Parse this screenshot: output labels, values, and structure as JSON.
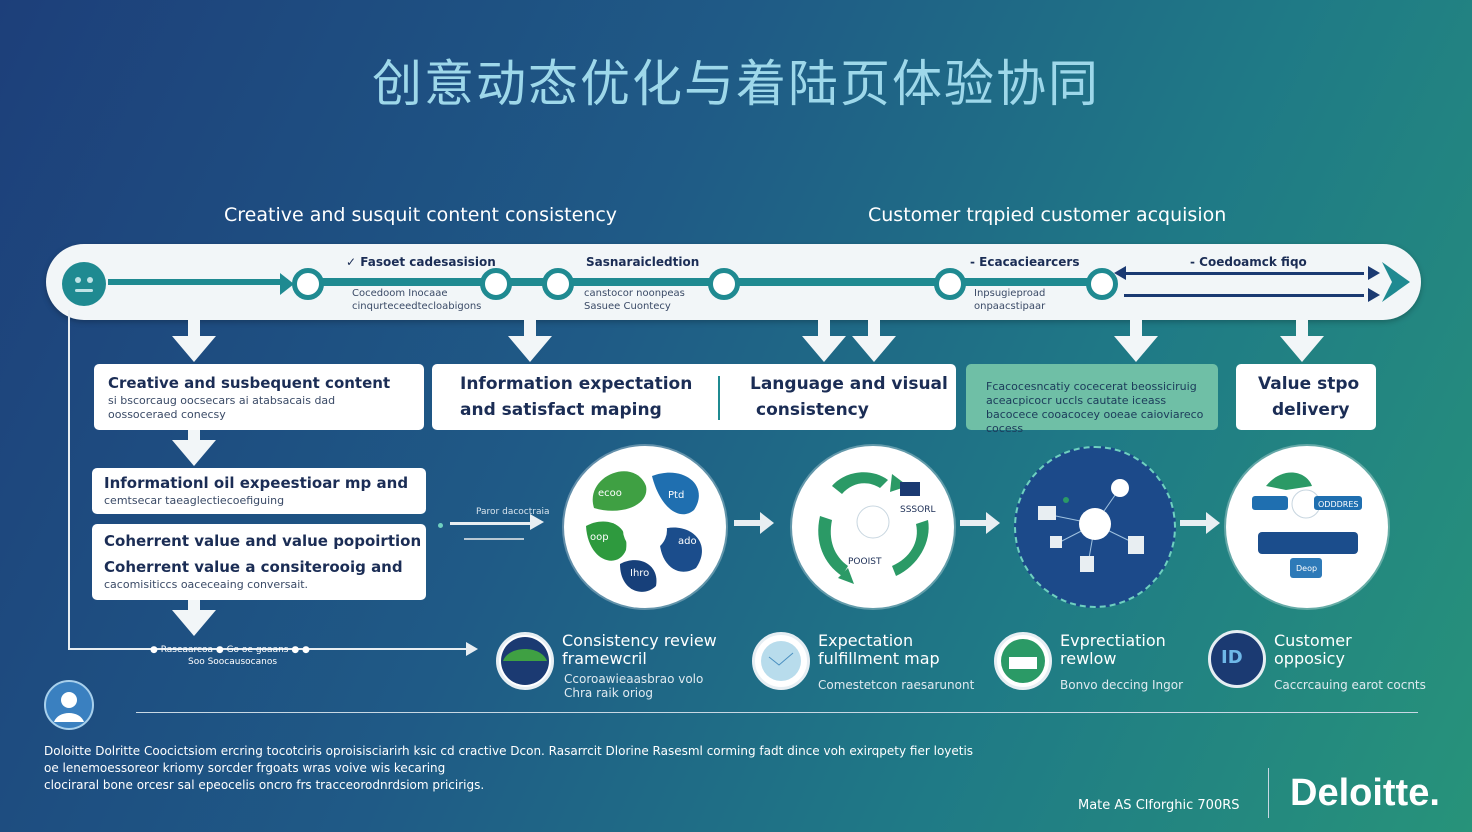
{
  "title": "创意动态优化与着陆页体验协同",
  "sections": {
    "left": "Creative and susquit content consistency",
    "right": "Customer trqpied customer acquision"
  },
  "timeline": {
    "label1": "✓ Fasoet cadesasision",
    "sub1a": "Cocedoom Inocaae",
    "sub1b": "cinqurteceedtecloabigons",
    "label2": "Sasnaraicledtion",
    "sub2a": "canstocor noonpeas",
    "sub2b": "Sasuee Cuontecy",
    "label3": "- Ecacaciearcers",
    "sub3a": "Inpsugieproad",
    "sub3b": "onpaacstipaar",
    "label4": "- Coedoamck fiqo"
  },
  "cards": {
    "c1_title": "Creative and susbequent content",
    "c1_sub": "si bscorcaug oocsecars ai atabsacais dad oossoceraed conecsy",
    "c2_title_a": "Information expectation",
    "c2_title_b": "and satisfact maping",
    "c3_title_a": "Language and visual",
    "c3_title_b": "consistency",
    "c4_sub": "Fcacocesncatiy cocecerat beossiciruig aceacpicocr uccls cautate iceass bacocece cooacocey ooeae caioviareco cocess",
    "c5_title_a": "Value stpo",
    "c5_title_b": "delivery",
    "c6_title": "Informationl oil expeestioar mp and",
    "c6_sub": "cemtsecar taeaglectiecoefiguing",
    "c7_title_a": "Coherrent value and value popoirtion",
    "c7_title_b": "Coherrent value a consiterooig and",
    "c7_sub": "cacomisiticcs oaceceaing conversait."
  },
  "flow": {
    "f1": "Paror dacoctraia",
    "c1_labels": [
      "ecoo",
      "Ptd",
      "oop",
      "ado",
      "Ihro"
    ],
    "c2_labels": [
      "SSSORL",
      "POOIST"
    ],
    "c4_labels": [
      "ODDDRES",
      "Deop"
    ]
  },
  "bottom": {
    "left_a": "● Raseaarcoa ● Go oe goaans ● ●",
    "left_b": "Soo  Soocausocanos",
    "b1_title": "Consistency review framewcril",
    "b1_sub": "Ccoroawieaasbrao volo Chra raik oriog",
    "b2_title": "Expectation fulfillment map",
    "b2_sub": "Comestetcon raesarunont",
    "b3_title": "Evprectiation rewlow",
    "b3_sub": "Bonvo deccing Ingor",
    "b3_icon": "",
    "b4_title": "Customer opposicy",
    "b4_sub": "Caccrcauing earot cocnts",
    "b4_icon": "ID"
  },
  "footer": {
    "line1": "Doloitte Dolritte Coocictsiom ercring tocotciris oproisisciarirh ksic cd cractive Dcon. Rasarrcit Dlorine Rasesml corming fadt dince voh exirqpety fier loyetis",
    "line2": "oe lenemoessoreor kriomy sorcder frgoats wras voive wis kecaring",
    "line3": "clociraral bone orcesr sal epeocelis oncro frs tracceorodnrdsiom pricirigs.",
    "credit": "Mate AS Clforghic 700RS",
    "brand": "Deloitte."
  },
  "colors": {
    "teal": "#1f8a91",
    "navy": "#1b3a72",
    "green": "#2b9a66",
    "brand_dot": "#86bc25"
  }
}
